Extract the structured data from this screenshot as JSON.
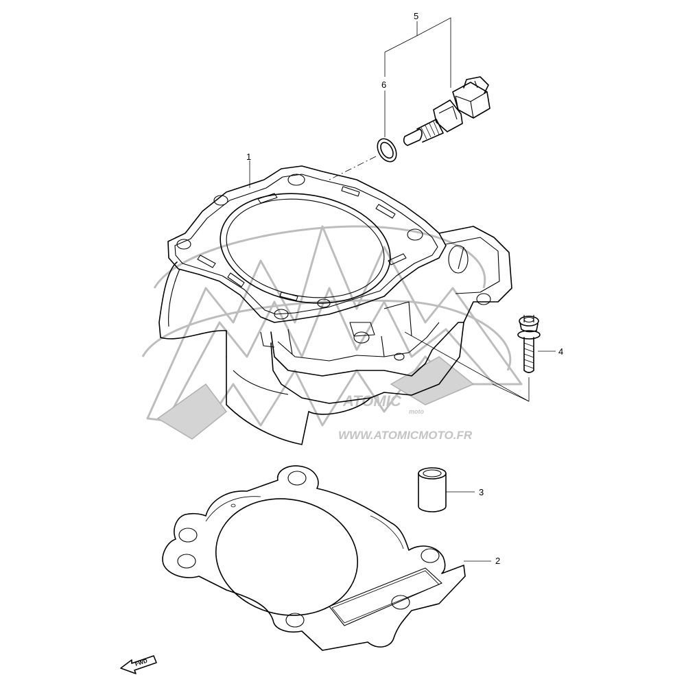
{
  "diagram": {
    "callouts": [
      {
        "id": "1",
        "label": "1"
      },
      {
        "id": "2",
        "label": "2"
      },
      {
        "id": "3",
        "label": "3"
      },
      {
        "id": "4",
        "label": "4"
      },
      {
        "id": "5",
        "label": "5"
      },
      {
        "id": "6",
        "label": "6"
      }
    ],
    "watermark": {
      "brand": "ATOMIC",
      "brand_sub": "moto",
      "url": "WWW.ATOMICMOTO.FR"
    },
    "direction_marker": "FWD"
  }
}
